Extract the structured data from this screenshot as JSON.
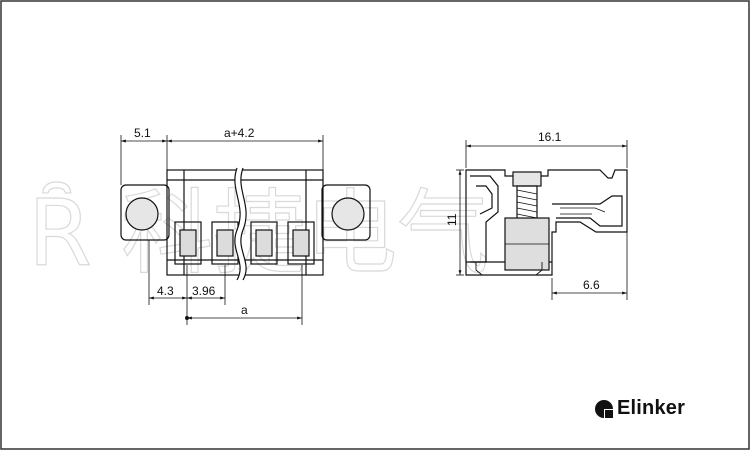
{
  "front_view": {
    "dims": {
      "top_left": "5.1",
      "top_total": "a+4.2",
      "bottom_left": "4.3",
      "bottom_pitch": "3.96",
      "bottom_span": "a"
    }
  },
  "side_view": {
    "dims": {
      "width": "16.1",
      "height": "11",
      "bottom": "6.6"
    }
  },
  "brand": {
    "name": "Elinker",
    "icon": "elinker-logo-icon"
  },
  "watermark": {
    "text": "Ȓ 科捷电气",
    "color": "#d9d9d9"
  },
  "colors": {
    "line": "#111111",
    "frame": "#333333"
  }
}
